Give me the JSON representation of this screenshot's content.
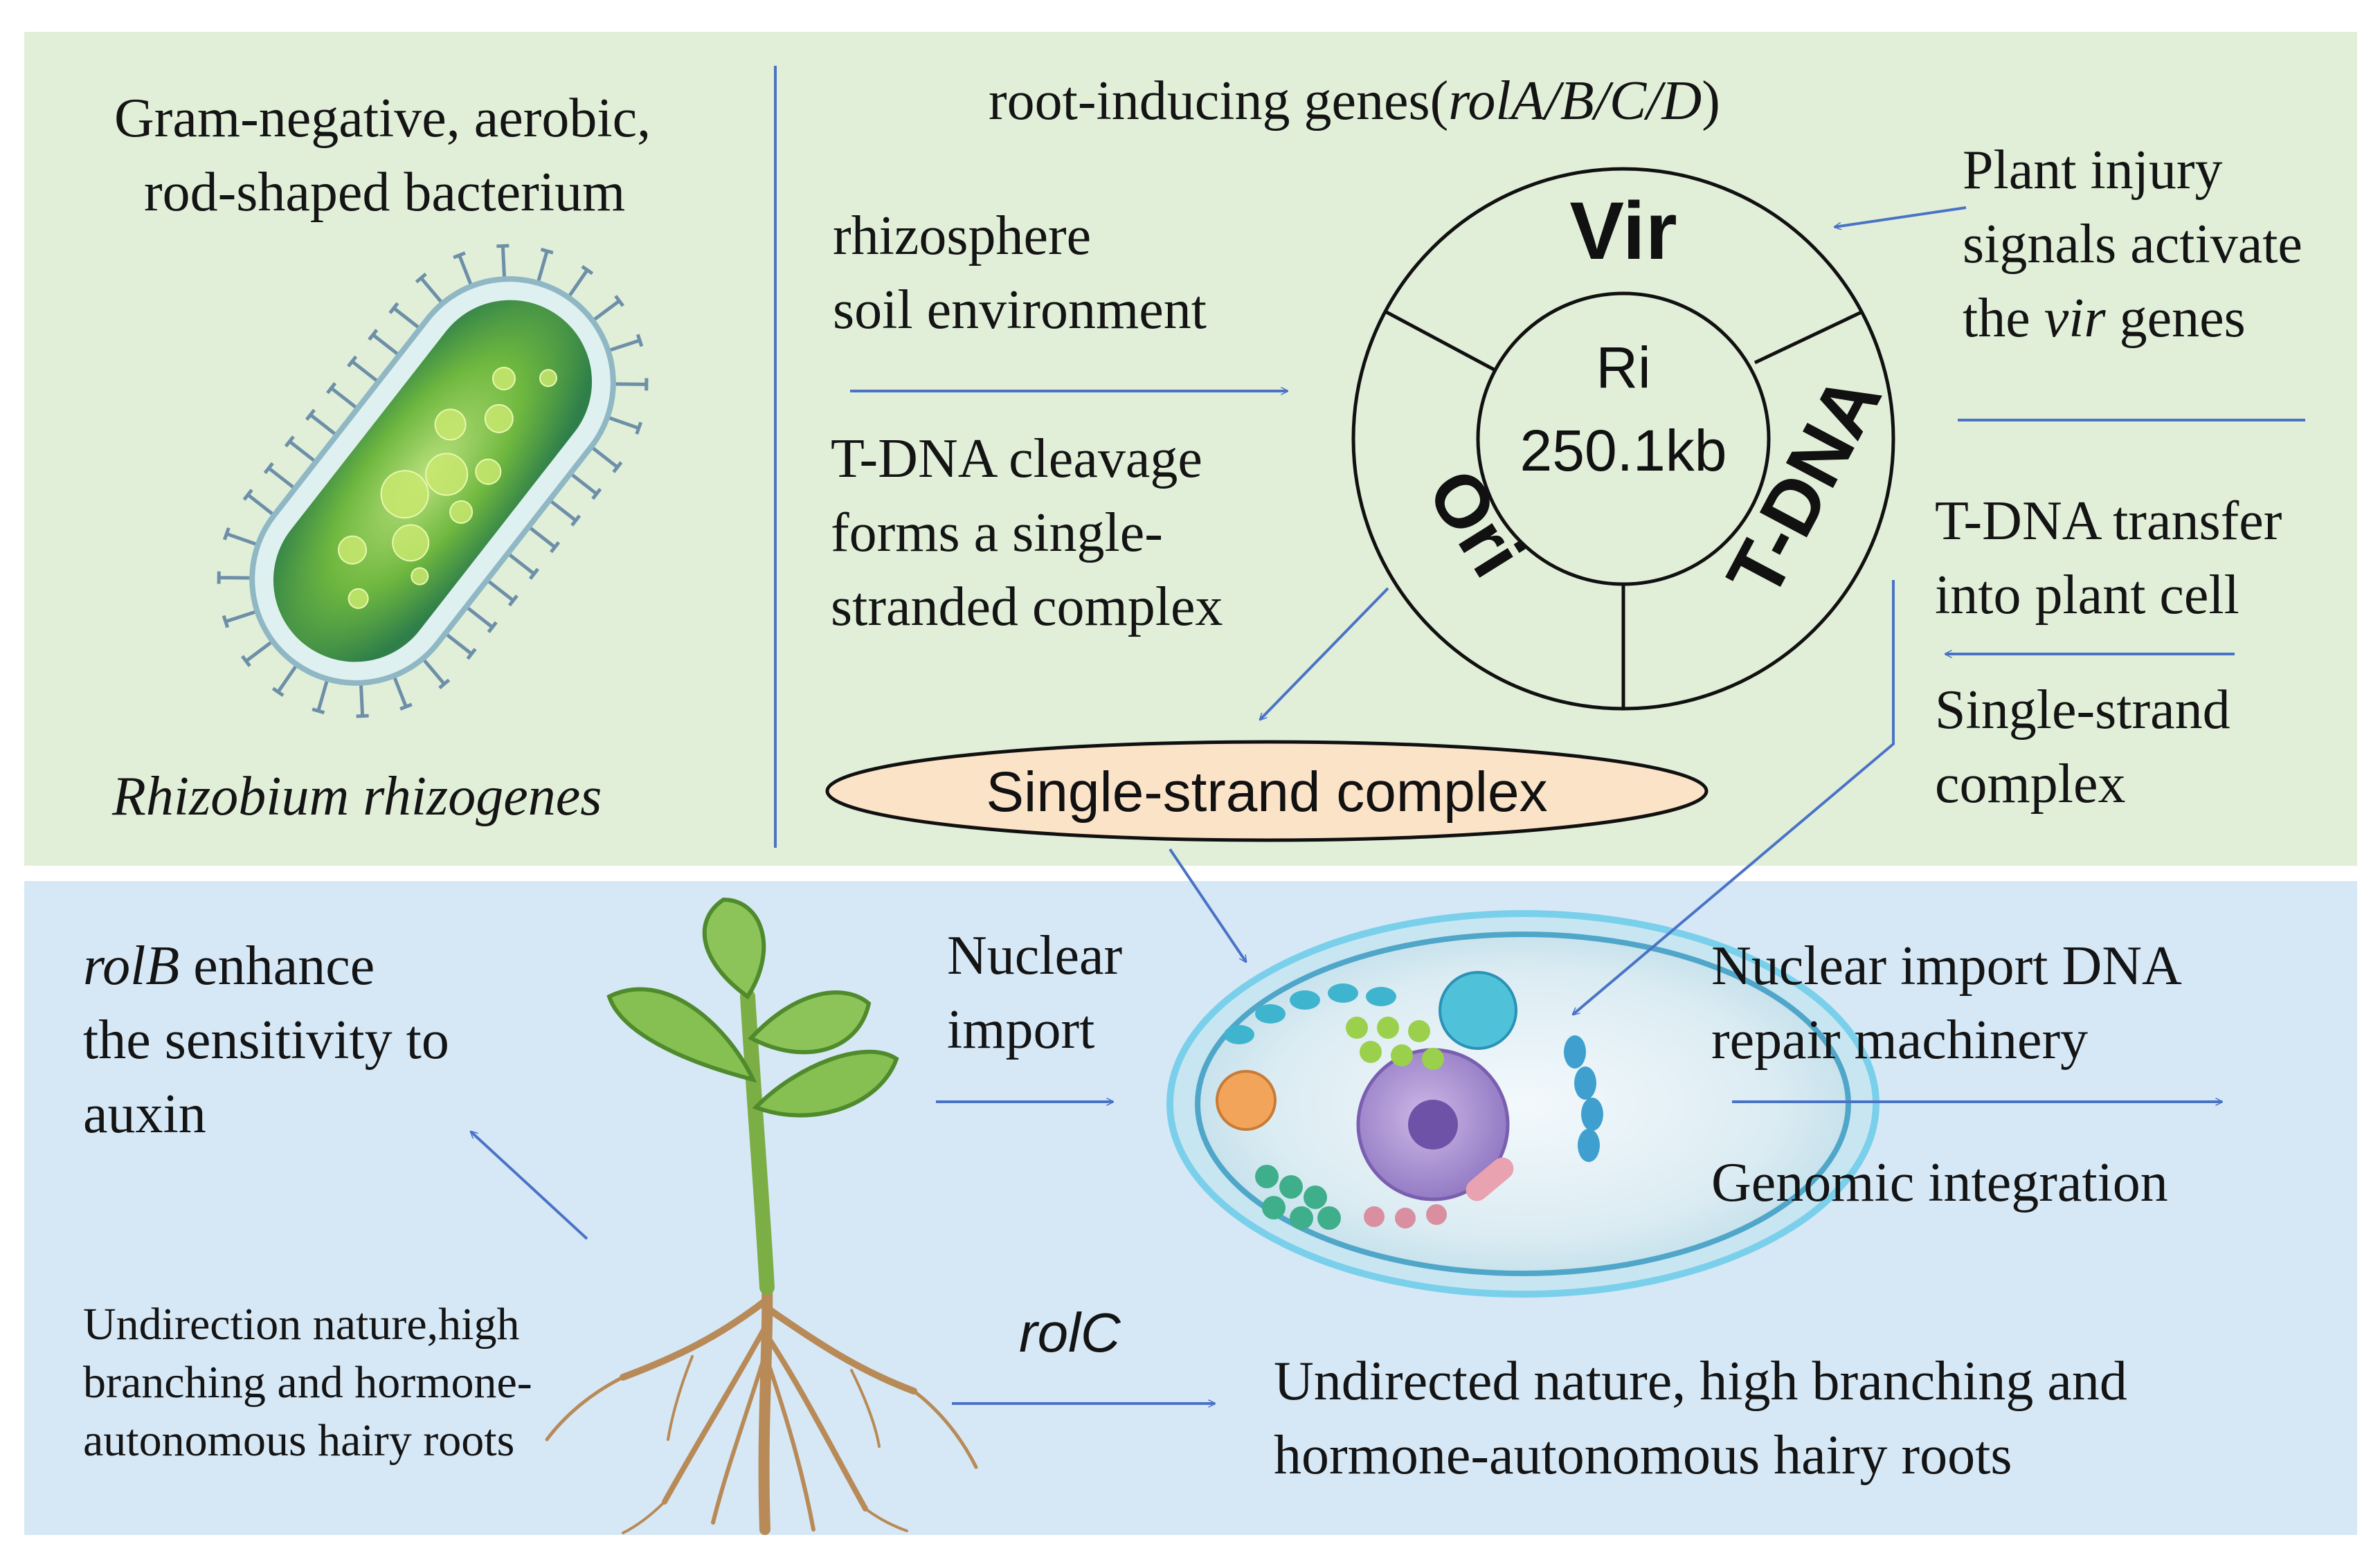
{
  "colors": {
    "top_panel": "#e1efd9",
    "bottom_panel": "#d6e8f6",
    "arrow": "#4a73c6",
    "complex_fill": "#fbe3c8",
    "bacterium": "#5fae3a",
    "leaf": "#78b64a",
    "root": "#b88a57",
    "cell_ring": "#7ad0ea"
  },
  "bacterium": {
    "description_line1": "Gram-negative, aerobic,",
    "description_line2": "rod-shaped bacterium",
    "species": "Rhizobium rhizogenes"
  },
  "plasmid": {
    "header_prefix": "root-inducing genes(",
    "header_genes": "rolA/B/C/D",
    "header_suffix": ")",
    "name": "Ri",
    "size": "250.1kb",
    "segments": [
      "Vir",
      "T-DNA",
      "Ori"
    ]
  },
  "steps": {
    "rhizosphere_line1": "rhizosphere",
    "rhizosphere_line2": "soil environment",
    "cleavage_line1": "T-DNA cleavage",
    "cleavage_line2": "forms a single-",
    "cleavage_line3": "stranded complex",
    "injury_line1": "Plant injury",
    "injury_line2": "signals activate",
    "injury_line3_prefix": "the ",
    "injury_line3_gene": "vir",
    "injury_line3_suffix": " genes",
    "transfer_line1": "T-DNA transfer",
    "transfer_line2": "into plant cell",
    "ss_right_line1": "Single-strand",
    "ss_right_line2": "complex",
    "single_strand_complex": "Single-strand complex"
  },
  "plant": {
    "rolb_gene": "rolB",
    "rolb_line1_suffix": " enhance",
    "rolb_line2": "the sensitivity to",
    "rolb_line3": "auxin",
    "small_line1": "Undirection nature,high",
    "small_line2": "branching and hormone-",
    "small_line3": "autonomous hairy roots",
    "nuclear_line1": "Nuclear",
    "nuclear_line2": "import",
    "rolc": "rolC",
    "result_line1": "Undirected nature, high branching and",
    "result_line2": "hormone-autonomous hairy roots",
    "repair_line1": "Nuclear import DNA",
    "repair_line2": "repair machinery",
    "integration": "Genomic integration"
  }
}
